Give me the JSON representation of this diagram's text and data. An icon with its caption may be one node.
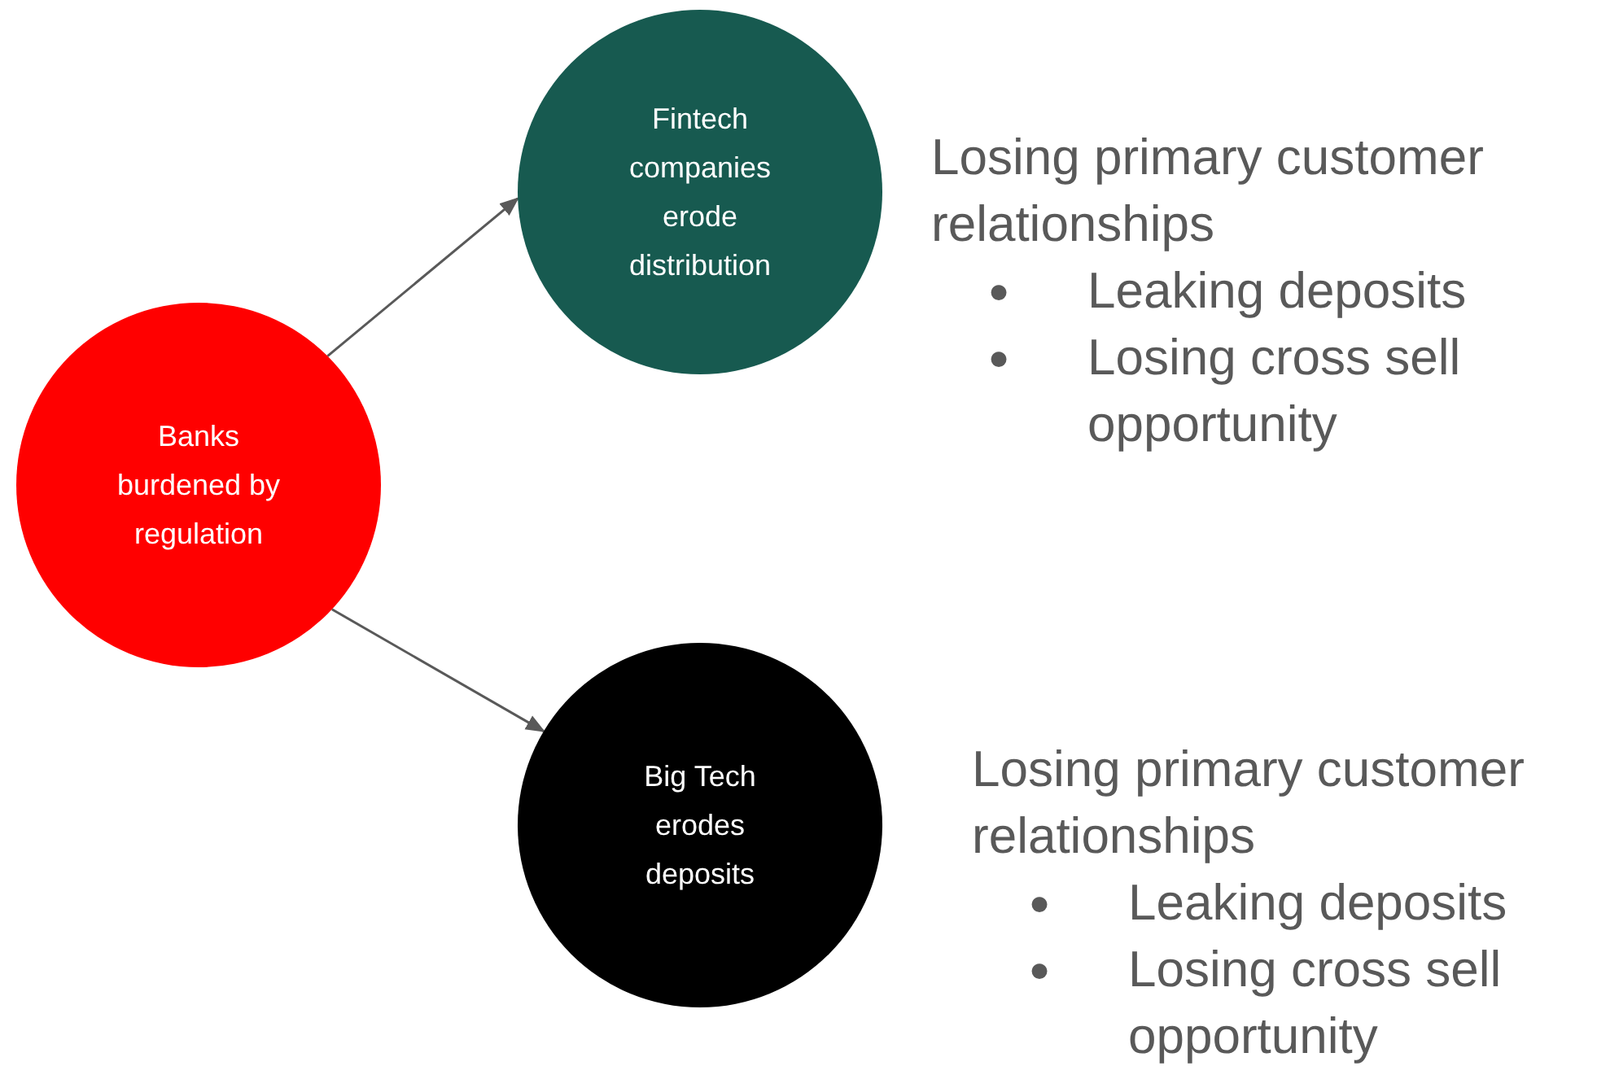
{
  "diagram": {
    "nodes": [
      {
        "text": [
          "Banks burdened by regulation"
        ]
      },
      {
        "text": [
          "Fintech companies erode distribution"
        ],
        "beside": [
          "Losing primary customer relationships",
          "●",
          "Leaking deposits",
          "●",
          "Losing cross sell opportunity"
        ]
      },
      {
        "text": [
          "Big Tech erodes deposits"
        ],
        "beside": [
          "Losing primary customer relationships",
          "●",
          "Leaking deposits",
          "●",
          "Losing cross sell opportunity"
        ]
      }
    ],
    "edges": [
      {
        "from": 0,
        "to": 1,
        "arrow": "to"
      },
      {
        "from": 0,
        "to": 2,
        "arrow": "to"
      }
    ]
  }
}
